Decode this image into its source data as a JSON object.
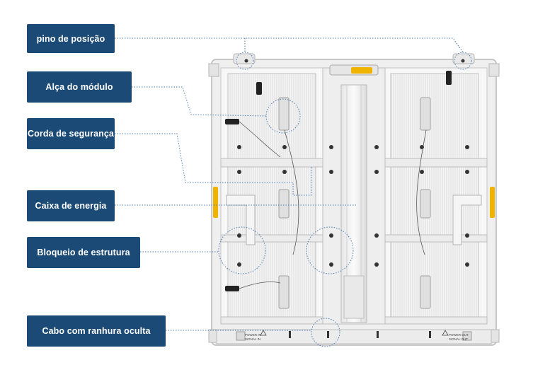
{
  "labels": {
    "pin": "pino de posição",
    "handle": "Alça do módulo",
    "rope": "Corda de segurança",
    "power": "Caixa de energia",
    "lock": "Bloqueio de estrutura",
    "cable": "Cabo com ranhura oculta"
  },
  "panel_text": {
    "power_in": "POWER IN",
    "signal_in": "SIGNAL IN",
    "power_out": "POWER OUT",
    "signal_out": "SIGNAL OUT"
  },
  "colors": {
    "label_bg": "#1a4a75",
    "label_text": "#ffffff",
    "leader_line": "#4a7bb5",
    "handle_yellow": "#f0b400",
    "cabinet_body": "#f2f2f2"
  }
}
